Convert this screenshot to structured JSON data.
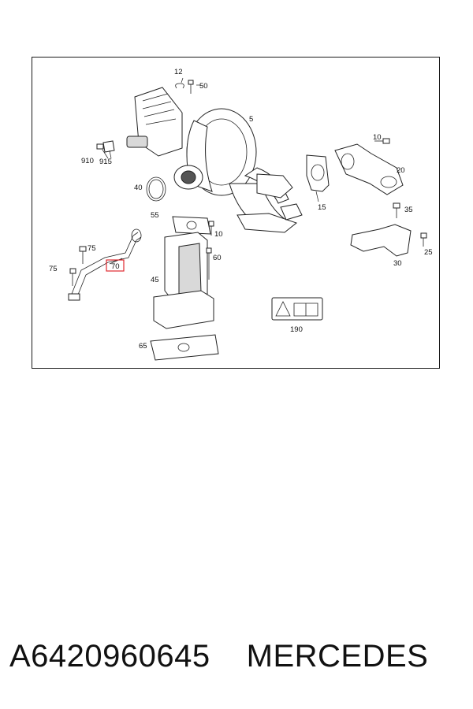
{
  "diagram": {
    "callouts": {
      "c5": "5",
      "c10a": "10",
      "c10b": "10",
      "c12": "12",
      "c15": "15",
      "c20": "20",
      "c25": "25",
      "c30": "30",
      "c35": "35",
      "c40": "40",
      "c45": "45",
      "c50": "50",
      "c55": "55",
      "c60": "60",
      "c65": "65",
      "c70": "70",
      "c75a": "75",
      "c75b": "75",
      "c190": "190",
      "c910": "910",
      "c915": "915"
    },
    "highlight_color": "#e0282e"
  },
  "caption": {
    "part_number": "A6420960645",
    "brand": "MERCEDES"
  }
}
